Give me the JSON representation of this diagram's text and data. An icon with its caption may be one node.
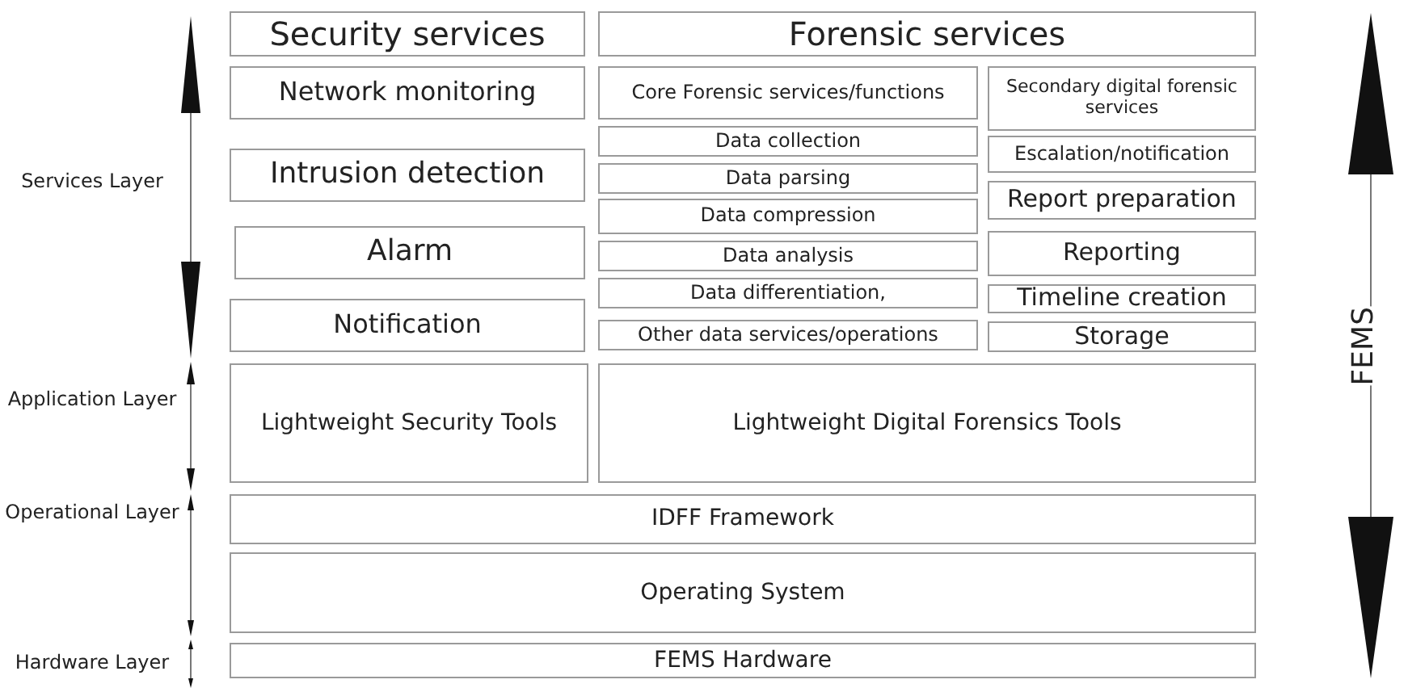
{
  "diagram": {
    "nodes": [
      {
        "text": [
          "Security services"
        ]
      },
      {
        "text": [
          "Forensic services"
        ]
      },
      {
        "text": [
          "Network monitoring"
        ]
      },
      {
        "text": [
          "Core Forensic services/functions"
        ]
      },
      {
        "text": [
          "Secondary digital forensic services"
        ]
      },
      {
        "text": [
          "Data collection"
        ]
      },
      {
        "text": [
          "Escalation/notification"
        ]
      },
      {
        "text": [
          "Intrusion detection"
        ]
      },
      {
        "text": [
          "Data parsing"
        ]
      },
      {
        "text": [
          "Report preparation"
        ]
      },
      {
        "text": [
          "Data compression"
        ]
      },
      {
        "text": [
          "Alarm"
        ]
      },
      {
        "text": [
          "Data analysis"
        ]
      },
      {
        "text": [
          "Reporting"
        ]
      },
      {
        "text": [
          "Data differentiation,"
        ]
      },
      {
        "text": [
          "Timeline creation"
        ]
      },
      {
        "text": [
          "Notification"
        ]
      },
      {
        "text": [
          "Other data services/operations"
        ]
      },
      {
        "text": [
          "Storage"
        ]
      },
      {
        "text": [
          "Lightweight Security Tools"
        ]
      },
      {
        "text": [
          "Lightweight Digital Forensics Tools"
        ]
      },
      {
        "text": [
          "IDFF Framework"
        ]
      },
      {
        "text": [
          "Operating System"
        ]
      },
      {
        "text": [
          "FEMS Hardware"
        ]
      }
    ],
    "labels": [
      "Services Layer",
      "Application Layer",
      "Operational Layer",
      "Hardware Layer",
      "FEMS"
    ]
  }
}
